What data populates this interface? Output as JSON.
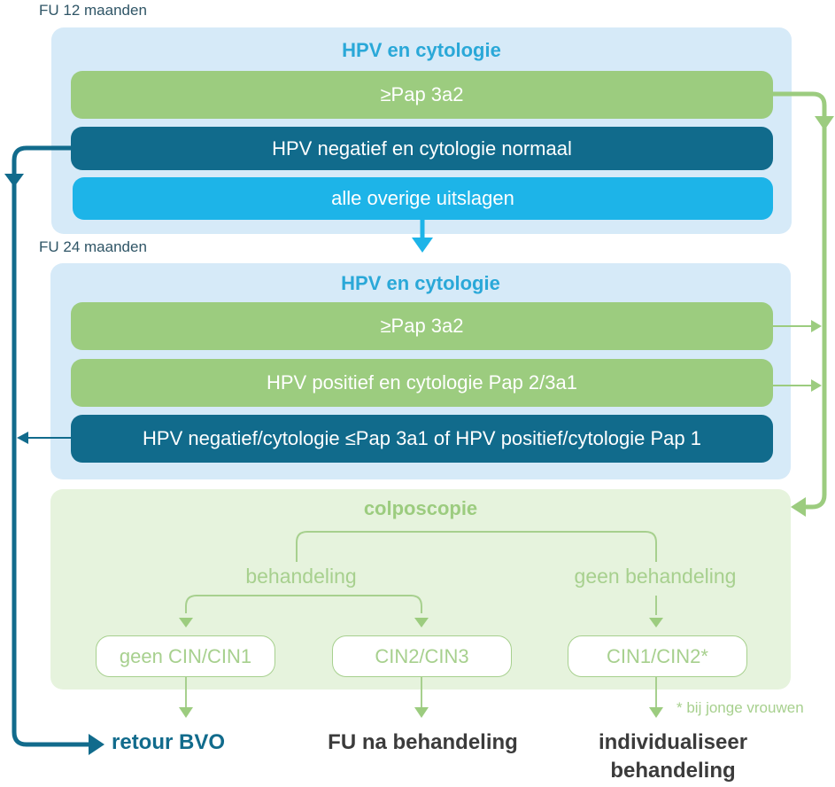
{
  "colors": {
    "green": "#9ccc7f",
    "dark_blue": "#116b8c",
    "cyan": "#1db4e8",
    "title_blue": "#2aa8d8",
    "panel_blue": "#d6eaf8",
    "panel_green": "#e6f3dd"
  },
  "fu12": {
    "section_label": "FU 12 maanden",
    "title": "HPV en cytologie",
    "results": [
      {
        "label": "≥Pap 3a2",
        "color": "green"
      },
      {
        "label": "HPV negatief en cytologie normaal",
        "color": "dark_blue"
      },
      {
        "label": "alle overige uitslagen",
        "color": "cyan"
      }
    ]
  },
  "fu24": {
    "section_label": "FU 24 maanden",
    "title": "HPV en cytologie",
    "results": [
      {
        "label": "≥Pap 3a2",
        "color": "green"
      },
      {
        "label": "HPV positief en cytologie Pap 2/3a1",
        "color": "green"
      },
      {
        "label": "HPV negatief/cytologie ≤Pap 3a1 of HPV positief/cytologie Pap 1",
        "color": "dark_blue"
      }
    ]
  },
  "colposcopie": {
    "title": "colposcopie",
    "branches": {
      "treatment": "behandeling",
      "no_treatment": "geen behandeling"
    },
    "findings": [
      "geen CIN/CIN1",
      "CIN2/CIN3",
      "CIN1/CIN2*"
    ]
  },
  "outcomes": {
    "return": "retour BVO",
    "fu_after": "FU na behandeling",
    "individualize_line1": "individualiseer",
    "individualize_line2": "behandeling"
  },
  "footnote": "* bij jonge vrouwen"
}
